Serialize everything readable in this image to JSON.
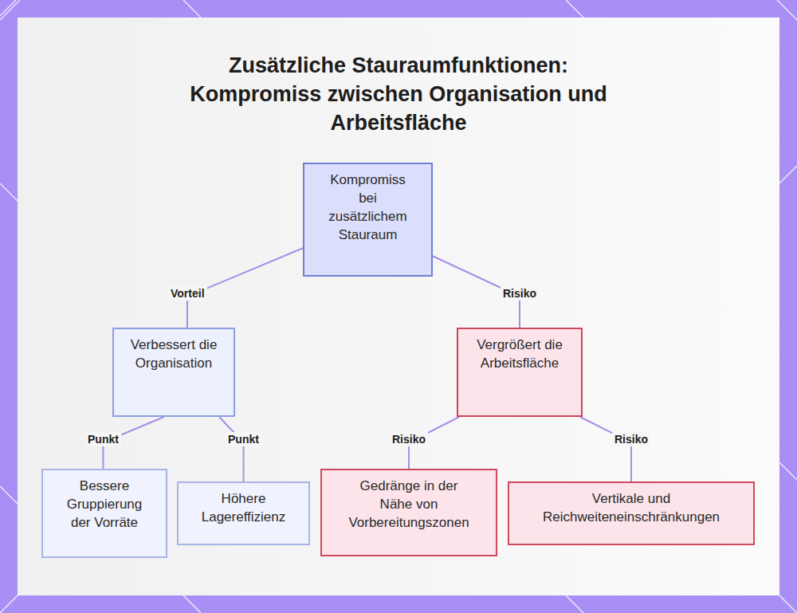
{
  "diagram": {
    "title": "Zusätzliche Stauraumfunktionen: Kompromiss zwischen Organisation und Arbeitsfläche",
    "nodes": [
      {
        "text": [
          "Kompromiss bei zusätzlichem Stauraum"
        ]
      },
      {
        "text": [
          "Verbessert die Organisation"
        ]
      },
      {
        "text": [
          "Vergrößert die Arbeitsfläche"
        ]
      },
      {
        "text": [
          "Bessere Gruppierung der Vorräte"
        ]
      },
      {
        "text": [
          "Höhere Lagereffizienz"
        ]
      },
      {
        "text": [
          "Gedränge in der Nähe von Vorbereitungszonen"
        ]
      },
      {
        "text": [
          "Vertikale und Reichweiteneinschränkungen"
        ]
      }
    ],
    "edges": [
      {
        "from": 0,
        "to": 1,
        "label": "Vorteil",
        "arrow": "none"
      },
      {
        "from": 0,
        "to": 2,
        "label": "Risiko",
        "arrow": "none"
      },
      {
        "from": 1,
        "to": 3,
        "label": "Punkt",
        "arrow": "none"
      },
      {
        "from": 1,
        "to": 4,
        "label": "Punkt",
        "arrow": "none"
      },
      {
        "from": 2,
        "to": 5,
        "label": "Risiko",
        "arrow": "none"
      },
      {
        "from": 2,
        "to": 6,
        "label": "Risiko",
        "arrow": "none"
      }
    ]
  }
}
